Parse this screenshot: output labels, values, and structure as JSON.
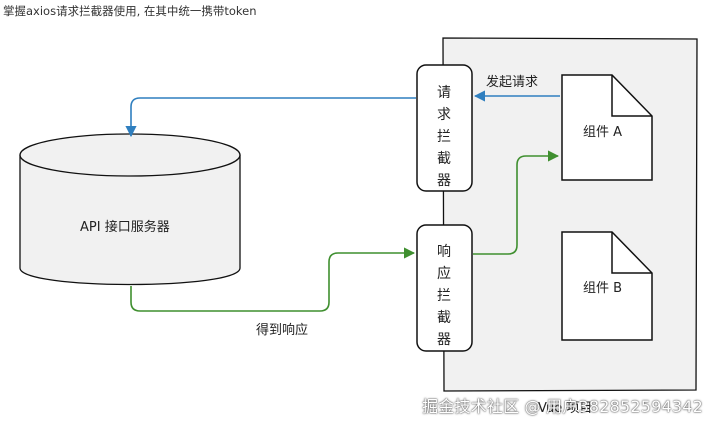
{
  "caption": "掌握axios请求拦截器使用, 在其中统一携带token",
  "nodes": {
    "api_server": "API 接口服务器",
    "request_interceptor": "请求拦截器",
    "response_interceptor": "响应拦截器",
    "component_a": "组件 A",
    "component_b": "组件 B",
    "vue_project": "Vue 项目"
  },
  "edges": {
    "send_request": "发起请求",
    "get_response": "得到响应"
  },
  "watermark": "掘金技术社区 @ 用户382852594342",
  "colors": {
    "request_arrow": "#2f7fbf",
    "response_arrow": "#3f8f2f",
    "box_fill": "#f1f1f1",
    "stroke": "#111111"
  }
}
